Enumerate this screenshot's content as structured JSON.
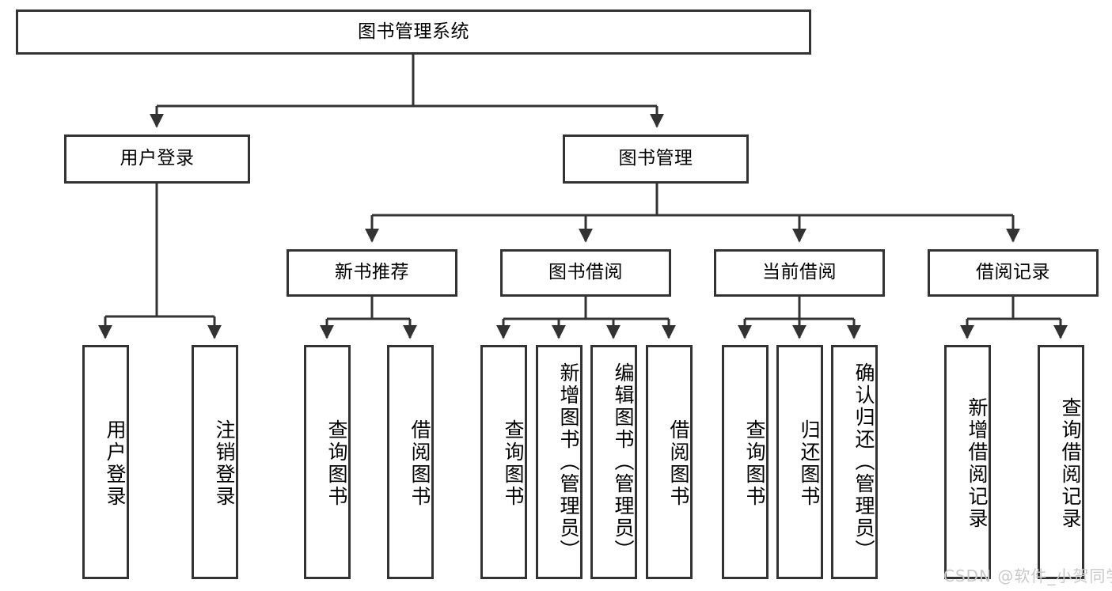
{
  "diagram": {
    "title": "图书管理系统",
    "type": "tree-hierarchy-diagram",
    "root": {
      "id": "root",
      "label": "图书管理系统"
    },
    "level2": [
      {
        "id": "user-login",
        "label": "用户登录"
      },
      {
        "id": "book-management",
        "label": "图书管理"
      }
    ],
    "level3": [
      {
        "id": "new-book-recommend",
        "label": "新书推荐",
        "parent": "book-management"
      },
      {
        "id": "book-borrow",
        "label": "图书借阅",
        "parent": "book-management"
      },
      {
        "id": "current-borrow",
        "label": "当前借阅",
        "parent": "book-management"
      },
      {
        "id": "borrow-record",
        "label": "借阅记录",
        "parent": "book-management"
      }
    ],
    "leaves": {
      "user_login": [
        {
          "id": "leaf-user-login",
          "label": "用户登录"
        },
        {
          "id": "leaf-logout-login",
          "label": "注销登录"
        }
      ],
      "new_book_recommend": [
        {
          "id": "leaf-query-book-1",
          "label": "查询图书"
        },
        {
          "id": "leaf-borrow-book-1",
          "label": "借阅图书"
        }
      ],
      "book_borrow": [
        {
          "id": "leaf-query-book-2",
          "label": "查询图书"
        },
        {
          "id": "leaf-add-book",
          "label": "新增图书（管理员）"
        },
        {
          "id": "leaf-edit-book",
          "label": "编辑图书（管理员）"
        },
        {
          "id": "leaf-borrow-book-2",
          "label": "借阅图书"
        }
      ],
      "current_borrow": [
        {
          "id": "leaf-query-book-3",
          "label": "查询图书"
        },
        {
          "id": "leaf-return-book",
          "label": "归还图书"
        },
        {
          "id": "leaf-confirm-return",
          "label": "确认归还（管理员）"
        }
      ],
      "borrow_record": [
        {
          "id": "leaf-add-borrow-record",
          "label": "新增借阅记录"
        },
        {
          "id": "leaf-query-borrow-record",
          "label": "查询借阅记录"
        }
      ]
    },
    "colors": {
      "stroke": "#333333",
      "fill": "#ffffff",
      "text": "#000000",
      "watermark": "#c9c9c9"
    }
  },
  "watermark": {
    "text": "CSDN @软件_小贺同学"
  }
}
